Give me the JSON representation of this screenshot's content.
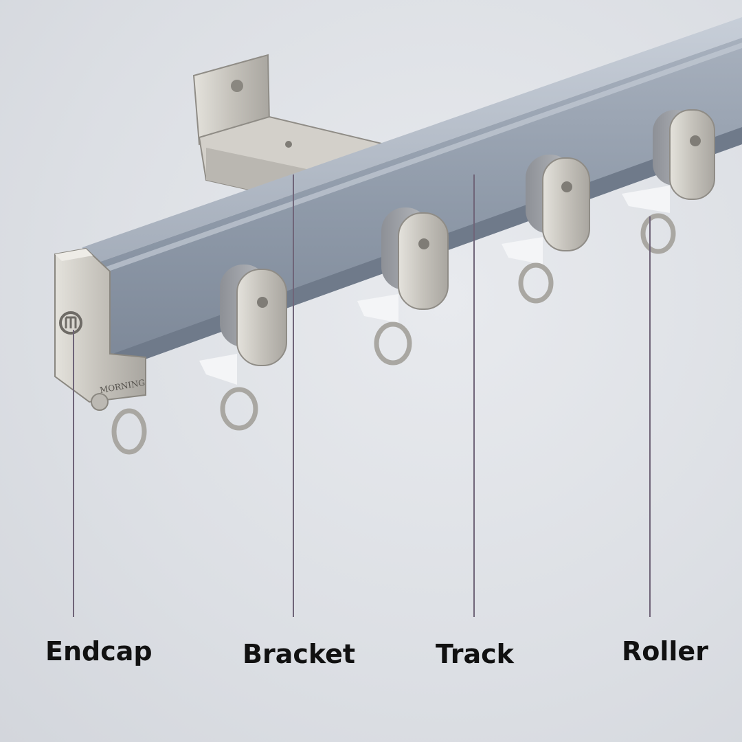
{
  "labels": {
    "endcap": "Endcap",
    "bracket": "Bracket",
    "track": "Track",
    "roller": "Roller"
  },
  "endcap_engraving": "MORNING",
  "colors": {
    "background": "#dfe1e6",
    "track": "#8e99a8",
    "metal": "#c9c7c1",
    "leader_line": "#6f6478",
    "label_text": "#111111"
  }
}
